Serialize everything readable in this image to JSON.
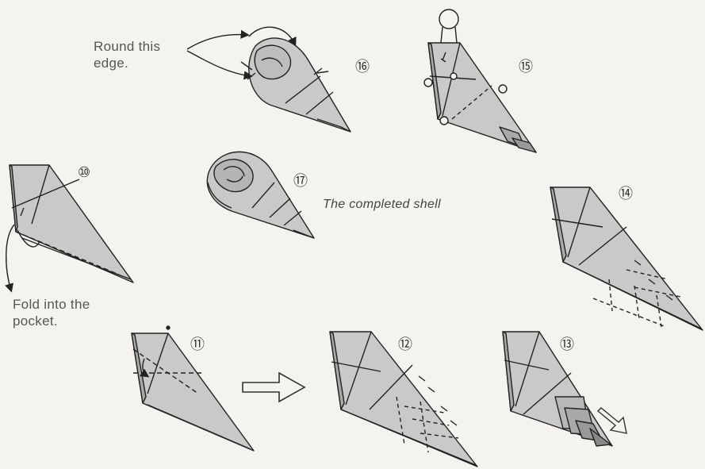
{
  "labels": {
    "round_edge": "Round this edge.",
    "fold_pocket": "Fold into the pocket.",
    "completed": "The completed shell"
  },
  "steps": [
    {
      "id": "10",
      "label": "⑩"
    },
    {
      "id": "11",
      "label": "⑪"
    },
    {
      "id": "12",
      "label": "⑫"
    },
    {
      "id": "13",
      "label": "⑬"
    },
    {
      "id": "14",
      "label": "⑭"
    },
    {
      "id": "15",
      "label": "⑮"
    },
    {
      "id": "16",
      "label": "⑯"
    },
    {
      "id": "17",
      "label": "⑰"
    }
  ],
  "colors": {
    "paper": "#c9c9c9",
    "paper_dark": "#a9a9a9",
    "line": "#222222",
    "background": "#f4f3ef"
  },
  "icons": [
    "arrow-right-outline-icon",
    "pull-arrow-icon",
    "curved-arrow-icon"
  ]
}
